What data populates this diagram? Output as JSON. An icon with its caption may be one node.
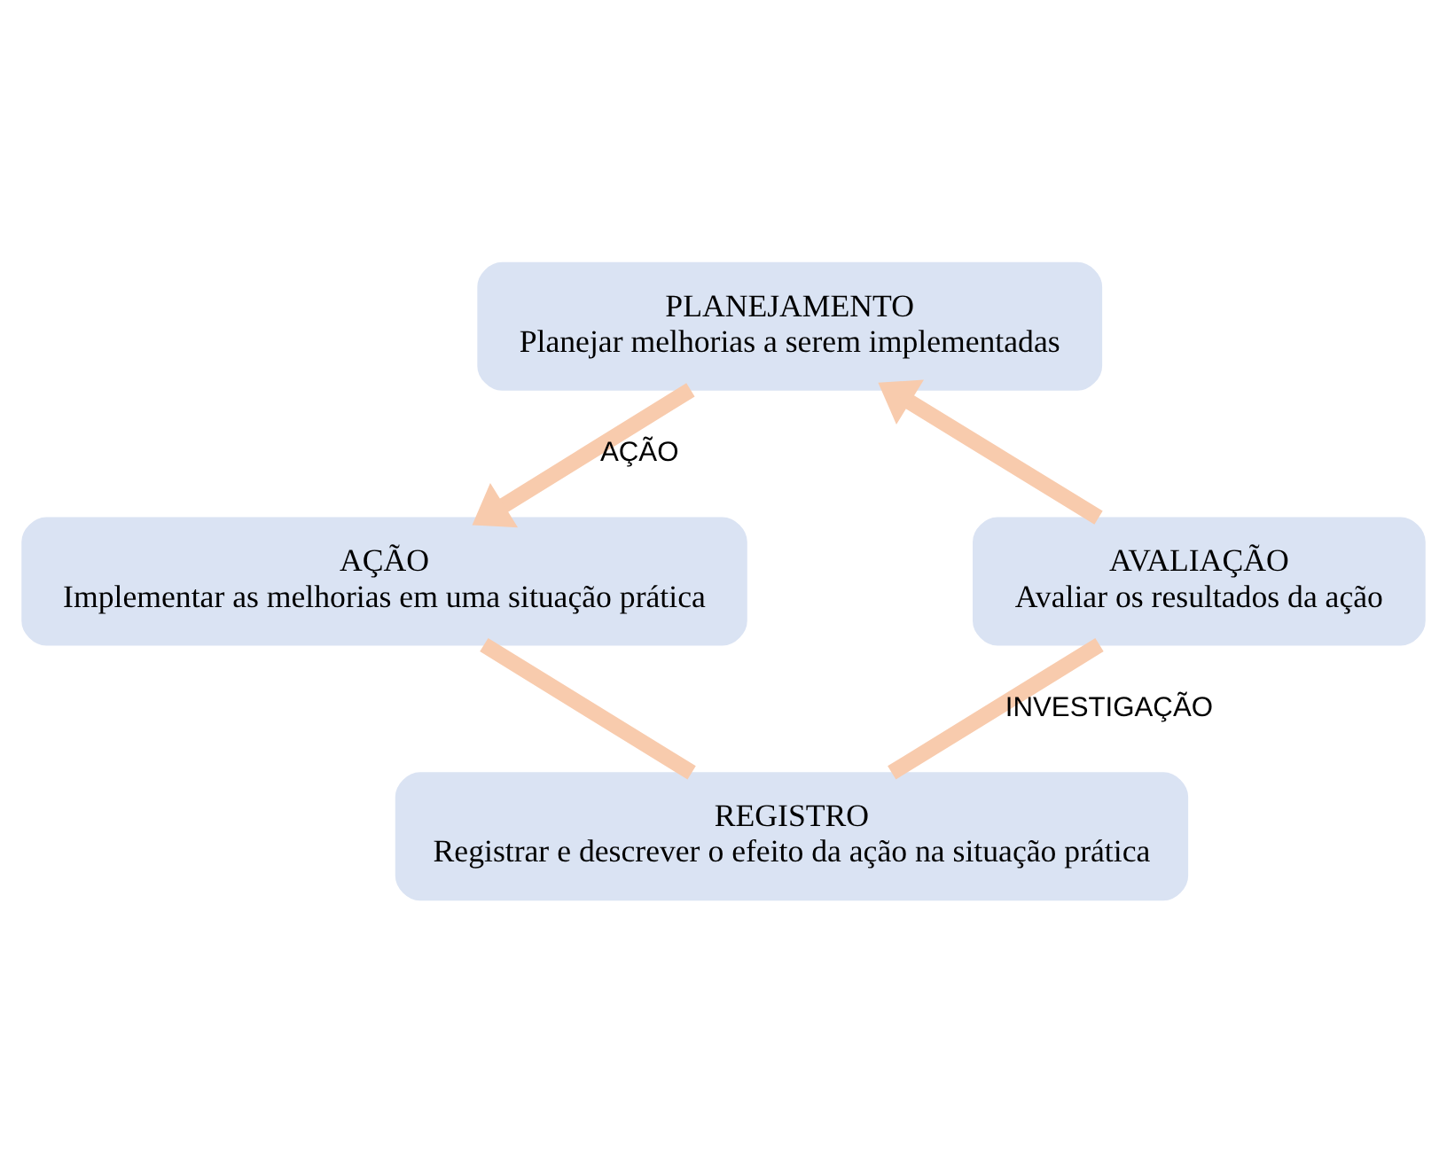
{
  "diagram": {
    "nodes": [
      {
        "text": [
          "PLANEJAMENTO",
          "Planejar melhorias a serem implementadas"
        ]
      },
      {
        "text": [
          "AÇÃO",
          "Implementar as melhorias em uma situação prática"
        ]
      },
      {
        "text": [
          "REGISTRO",
          "Registrar e descrever o efeito da ação na situação prática"
        ]
      },
      {
        "text": [
          "AVALIAÇÃO",
          "Avaliar os resultados da ação"
        ]
      }
    ],
    "edges": [
      {
        "from": 0,
        "to": 1,
        "arrow": "to",
        "label": "AÇÃO"
      },
      {
        "from": 1,
        "to": 2,
        "arrow": "none"
      },
      {
        "from": 2,
        "to": 3,
        "arrow": "none",
        "label": "INVESTIGAÇÃO"
      },
      {
        "from": 3,
        "to": 0,
        "arrow": "to"
      }
    ]
  }
}
